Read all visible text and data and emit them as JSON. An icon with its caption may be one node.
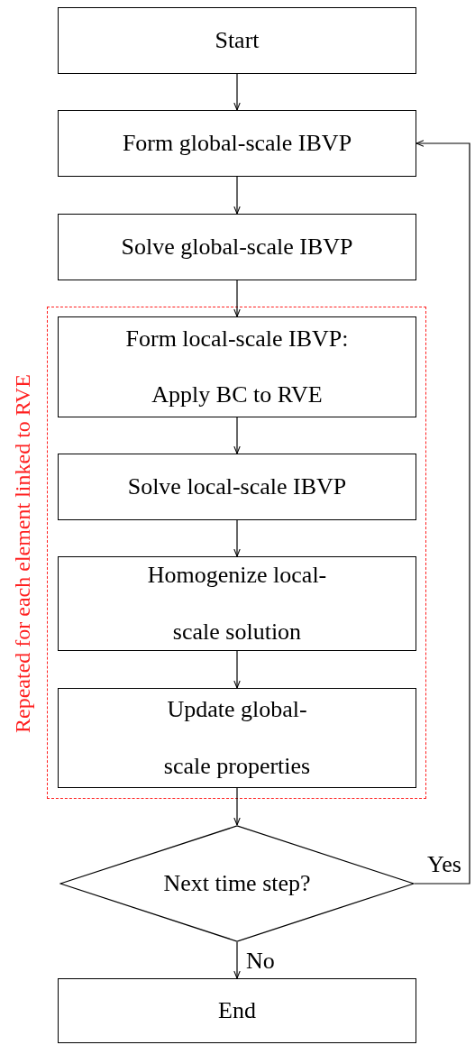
{
  "diagram": {
    "nodes": [
      {
        "text": [
          "Start"
        ]
      },
      {
        "text": [
          "Form global-scale IBVP"
        ]
      },
      {
        "text": [
          "Solve global-scale IBVP"
        ]
      },
      {
        "text": [
          "Repeated for each element linked to RVE"
        ]
      },
      {
        "text": [
          "Form local-scale IBVP: Apply BC to RVE"
        ],
        "in": 3
      },
      {
        "text": [
          "Solve local-scale IBVP"
        ],
        "in": 3
      },
      {
        "text": [
          "Homogenize local-scale solution"
        ],
        "in": 3
      },
      {
        "text": [
          "Update global-scale properties"
        ],
        "in": 3
      },
      {
        "text": [
          "Next time step?"
        ]
      },
      {
        "text": [
          "End"
        ]
      }
    ],
    "edges": [
      {
        "from": 0,
        "to": 1,
        "arrow": "to"
      },
      {
        "from": 1,
        "to": 2,
        "arrow": "to"
      },
      {
        "from": 2,
        "to": 4,
        "arrow": "to"
      },
      {
        "from": 4,
        "to": 5,
        "arrow": "to"
      },
      {
        "from": 5,
        "to": 6,
        "arrow": "to"
      },
      {
        "from": 6,
        "to": 7,
        "arrow": "to"
      },
      {
        "from": 7,
        "to": 8,
        "arrow": "to"
      },
      {
        "from": 8,
        "to": 9,
        "arrow": "to",
        "label": "No"
      },
      {
        "from": 8,
        "to": 1,
        "arrow": "to",
        "label": "Yes"
      }
    ]
  }
}
